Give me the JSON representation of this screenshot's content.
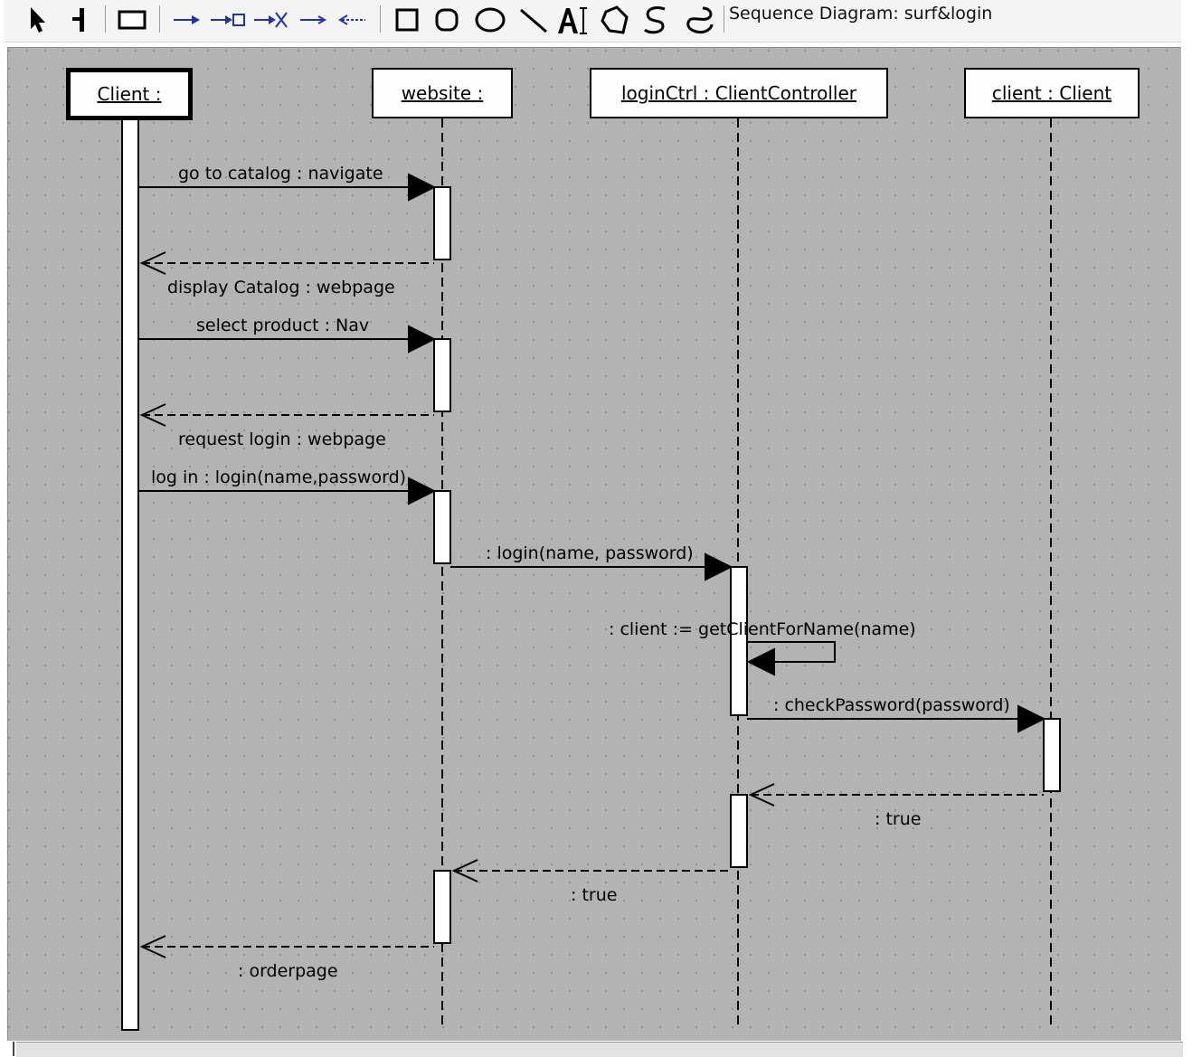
{
  "toolbar": {
    "diagram_title": "Sequence Diagram: surf&login",
    "tools": [
      "select-arrow-icon",
      "lifeline-tool-icon",
      "rectangle-object-icon",
      "call-message-icon",
      "create-message-icon",
      "destroy-message-icon",
      "send-message-icon",
      "return-message-icon",
      "rectangle-shape-icon",
      "rounded-rectangle-icon",
      "ellipse-icon",
      "line-icon",
      "text-tool-icon",
      "polygon-icon",
      "spline-icon",
      "ink-icon"
    ]
  },
  "diagram": {
    "objects": [
      {
        "label": "Client :",
        "active": true
      },
      {
        "label": "website :",
        "active": false
      },
      {
        "label": "loginCtrl : ClientController",
        "active": false
      },
      {
        "label": "client : Client",
        "active": false
      }
    ],
    "messages": [
      {
        "label": "go to catalog : navigate",
        "kind": "call"
      },
      {
        "label": "display Catalog : webpage",
        "kind": "return"
      },
      {
        "label": "select product : Nav",
        "kind": "call"
      },
      {
        "label": "request login : webpage",
        "kind": "return"
      },
      {
        "label": "log in : login(name,password)",
        "kind": "call"
      },
      {
        "label": ": login(name, password)",
        "kind": "call"
      },
      {
        "label": ": client := getClientForName(name)",
        "kind": "self-call"
      },
      {
        "label": ": checkPassword(password)",
        "kind": "call"
      },
      {
        "label": ": true",
        "kind": "return"
      },
      {
        "label": ": true",
        "kind": "return"
      },
      {
        "label": ": orderpage",
        "kind": "return"
      }
    ]
  }
}
